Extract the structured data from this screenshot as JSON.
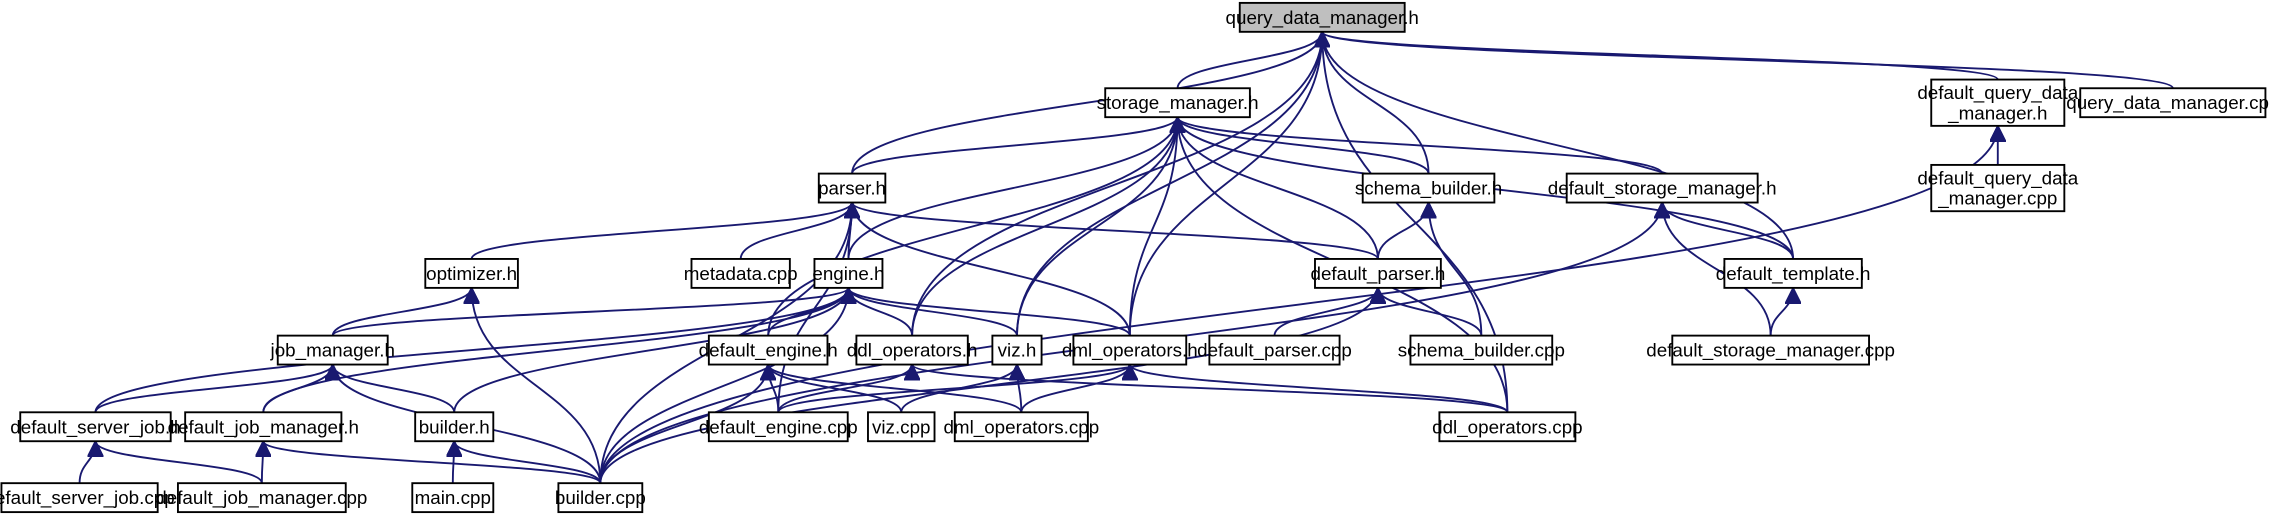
{
  "diagram": {
    "title": "",
    "colors": {
      "edge": "#191970",
      "node_border": "#000000",
      "root_fill": "#bfbfbf",
      "node_fill": "#ffffff"
    },
    "nodes": [
      {
        "id": "qdm_h",
        "lines": [
          "query_data_manager.h"
        ],
        "root": true
      },
      {
        "id": "storage_manager_h",
        "lines": [
          "storage_manager.h"
        ]
      },
      {
        "id": "dqdm_h",
        "lines": [
          "default_query_data",
          "_manager.h"
        ]
      },
      {
        "id": "qdm_cpp",
        "lines": [
          "query_data_manager.cpp"
        ]
      },
      {
        "id": "parser_h",
        "lines": [
          "parser.h"
        ]
      },
      {
        "id": "schema_builder_h",
        "lines": [
          "schema_builder.h"
        ]
      },
      {
        "id": "dsm_h",
        "lines": [
          "default_storage_manager.h"
        ]
      },
      {
        "id": "dqdm_cpp",
        "lines": [
          "default_query_data",
          "_manager.cpp"
        ]
      },
      {
        "id": "optimizer_h",
        "lines": [
          "optimizer.h"
        ]
      },
      {
        "id": "metadata_cpp",
        "lines": [
          "metadata.cpp"
        ]
      },
      {
        "id": "engine_h",
        "lines": [
          "engine.h"
        ]
      },
      {
        "id": "default_parser_h",
        "lines": [
          "default_parser.h"
        ]
      },
      {
        "id": "default_template_h",
        "lines": [
          "default_template.h"
        ]
      },
      {
        "id": "job_manager_h",
        "lines": [
          "job_manager.h"
        ]
      },
      {
        "id": "default_engine_h",
        "lines": [
          "default_engine.h"
        ]
      },
      {
        "id": "ddl_operators_h",
        "lines": [
          "ddl_operators.h"
        ]
      },
      {
        "id": "viz_h",
        "lines": [
          "viz.h"
        ]
      },
      {
        "id": "dml_operators_h",
        "lines": [
          "dml_operators.h"
        ]
      },
      {
        "id": "default_parser_cpp",
        "lines": [
          "default_parser.cpp"
        ]
      },
      {
        "id": "schema_builder_cpp",
        "lines": [
          "schema_builder.cpp"
        ]
      },
      {
        "id": "dsm_cpp",
        "lines": [
          "default_storage_manager.cpp"
        ]
      },
      {
        "id": "default_server_job_h",
        "lines": [
          "default_server_job.h"
        ]
      },
      {
        "id": "default_job_manager_h",
        "lines": [
          "default_job_manager.h"
        ]
      },
      {
        "id": "builder_h",
        "lines": [
          "builder.h"
        ]
      },
      {
        "id": "default_engine_cpp",
        "lines": [
          "default_engine.cpp"
        ]
      },
      {
        "id": "viz_cpp",
        "lines": [
          "viz.cpp"
        ]
      },
      {
        "id": "dml_operators_cpp",
        "lines": [
          "dml_operators.cpp"
        ]
      },
      {
        "id": "ddl_operators_cpp",
        "lines": [
          "ddl_operators.cpp"
        ]
      },
      {
        "id": "default_server_job_cpp",
        "lines": [
          "default_server_job.cpp"
        ]
      },
      {
        "id": "default_job_manager_cpp",
        "lines": [
          "default_job_manager.cpp"
        ]
      },
      {
        "id": "main_cpp",
        "lines": [
          "main.cpp"
        ]
      },
      {
        "id": "builder_cpp",
        "lines": [
          "builder.cpp"
        ]
      }
    ],
    "edges": [
      [
        "qdm_h",
        "storage_manager_h"
      ],
      [
        "qdm_h",
        "dqdm_h"
      ],
      [
        "qdm_h",
        "qdm_cpp"
      ],
      [
        "qdm_h",
        "parser_h"
      ],
      [
        "qdm_h",
        "schema_builder_h"
      ],
      [
        "qdm_h",
        "default_template_h"
      ],
      [
        "qdm_h",
        "ddl_operators_h"
      ],
      [
        "qdm_h",
        "viz_h"
      ],
      [
        "qdm_h",
        "dml_operators_h"
      ],
      [
        "qdm_h",
        "ddl_operators_cpp"
      ],
      [
        "storage_manager_h",
        "parser_h"
      ],
      [
        "storage_manager_h",
        "schema_builder_h"
      ],
      [
        "storage_manager_h",
        "dsm_h"
      ],
      [
        "storage_manager_h",
        "default_parser_h"
      ],
      [
        "storage_manager_h",
        "default_template_h"
      ],
      [
        "storage_manager_h",
        "engine_h"
      ],
      [
        "storage_manager_h",
        "default_engine_h"
      ],
      [
        "storage_manager_h",
        "ddl_operators_h"
      ],
      [
        "storage_manager_h",
        "viz_h"
      ],
      [
        "storage_manager_h",
        "dml_operators_h"
      ],
      [
        "storage_manager_h",
        "ddl_operators_cpp"
      ],
      [
        "dqdm_h",
        "dqdm_cpp"
      ],
      [
        "dqdm_h",
        "builder_cpp"
      ],
      [
        "parser_h",
        "optimizer_h"
      ],
      [
        "parser_h",
        "metadata_cpp"
      ],
      [
        "parser_h",
        "engine_h"
      ],
      [
        "parser_h",
        "default_parser_h"
      ],
      [
        "parser_h",
        "builder_cpp"
      ],
      [
        "parser_h",
        "default_engine_cpp"
      ],
      [
        "parser_h",
        "dml_operators_h"
      ],
      [
        "schema_builder_h",
        "default_parser_h"
      ],
      [
        "schema_builder_h",
        "schema_builder_cpp"
      ],
      [
        "dsm_h",
        "default_template_h"
      ],
      [
        "dsm_h",
        "dsm_cpp"
      ],
      [
        "dsm_h",
        "builder_cpp"
      ],
      [
        "optimizer_h",
        "job_manager_h"
      ],
      [
        "optimizer_h",
        "builder_cpp"
      ],
      [
        "engine_h",
        "job_manager_h"
      ],
      [
        "engine_h",
        "default_engine_h"
      ],
      [
        "engine_h",
        "ddl_operators_h"
      ],
      [
        "engine_h",
        "viz_h"
      ],
      [
        "engine_h",
        "dml_operators_h"
      ],
      [
        "engine_h",
        "default_job_manager_h"
      ],
      [
        "engine_h",
        "builder_h"
      ],
      [
        "engine_h",
        "default_server_job_h"
      ],
      [
        "engine_h",
        "builder_cpp"
      ],
      [
        "default_parser_h",
        "default_parser_cpp"
      ],
      [
        "default_parser_h",
        "schema_builder_cpp"
      ],
      [
        "default_parser_h",
        "builder_cpp"
      ],
      [
        "default_template_h",
        "dsm_cpp"
      ],
      [
        "job_manager_h",
        "default_server_job_h"
      ],
      [
        "job_manager_h",
        "default_job_manager_h"
      ],
      [
        "job_manager_h",
        "builder_h"
      ],
      [
        "job_manager_h",
        "builder_cpp"
      ],
      [
        "default_engine_h",
        "default_engine_cpp"
      ],
      [
        "default_engine_h",
        "viz_cpp"
      ],
      [
        "default_engine_h",
        "dml_operators_cpp"
      ],
      [
        "default_engine_h",
        "builder_cpp"
      ],
      [
        "ddl_operators_h",
        "default_engine_cpp"
      ],
      [
        "ddl_operators_h",
        "ddl_operators_cpp"
      ],
      [
        "viz_h",
        "viz_cpp"
      ],
      [
        "viz_h",
        "dml_operators_cpp"
      ],
      [
        "dml_operators_h",
        "default_engine_cpp"
      ],
      [
        "dml_operators_h",
        "dml_operators_cpp"
      ],
      [
        "dml_operators_h",
        "ddl_operators_cpp"
      ],
      [
        "default_server_job_h",
        "default_server_job_cpp"
      ],
      [
        "default_server_job_h",
        "default_job_manager_cpp"
      ],
      [
        "default_job_manager_h",
        "default_job_manager_cpp"
      ],
      [
        "default_job_manager_h",
        "builder_cpp"
      ],
      [
        "builder_h",
        "main_cpp"
      ],
      [
        "builder_h",
        "builder_cpp"
      ]
    ]
  }
}
